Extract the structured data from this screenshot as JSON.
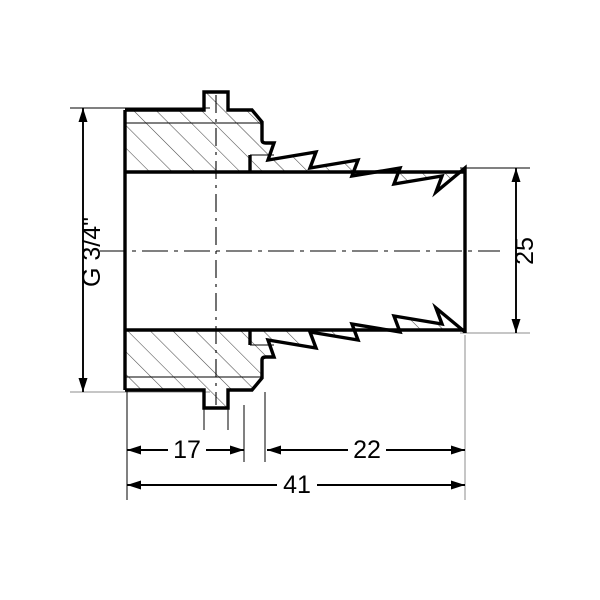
{
  "drawing": {
    "title": "Technical cross-section drawing of a G 3/4\" threaded hose barb fitting",
    "background_color": "#ffffff",
    "line_color": "#000000",
    "hatch_color": "#555555",
    "thin_line_color": "#000000",
    "center_line_color": "#000000",
    "units": "mm"
  },
  "dimensions": {
    "thread_size": {
      "label": "G 3/4\"",
      "orientation": "vertical-rotated-90ccw",
      "position": "left",
      "name": "thread-designation"
    },
    "outer_diameter": {
      "label": "25",
      "orientation": "vertical-rotated-90ccw",
      "position": "right",
      "name": "barb-outer-diameter"
    },
    "thread_length": {
      "label": "17",
      "orientation": "horizontal",
      "position": "bottom-left",
      "name": "thread-length"
    },
    "barb_length": {
      "label": "22",
      "orientation": "horizontal",
      "position": "bottom-right",
      "name": "barb-length"
    },
    "overall_length": {
      "label": "41",
      "orientation": "horizontal",
      "position": "bottom",
      "name": "overall-length"
    }
  },
  "features": {
    "thread_section": "hex/threaded socket body with section hatching",
    "barb_section": "sawtooth hose barb with 4 teeth",
    "centerline": "horizontal dash-dot axis",
    "section_hatching": "45 degree parallel hatch lines"
  }
}
